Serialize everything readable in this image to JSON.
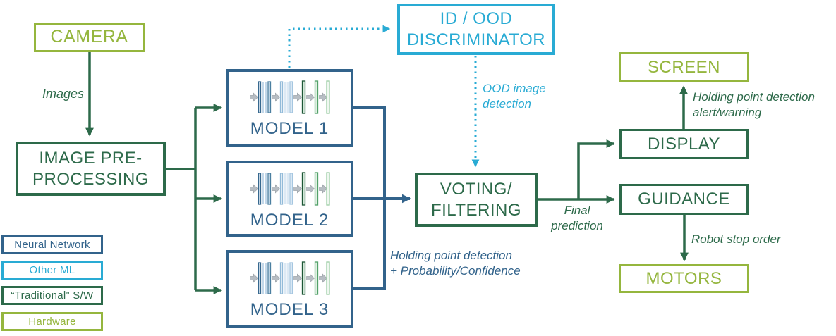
{
  "palette": {
    "neural_network_blue": "#32638b",
    "other_ml_cyan": "#29abd4",
    "traditional_sw_green": "#2d6a4a",
    "hardware_olive": "#95b63e",
    "icon_arrow_gray": "#b7bdc3"
  },
  "nodes": {
    "camera": {
      "label": "CAMERA"
    },
    "preprocessing": {
      "label": "IMAGE PRE-\nPROCESSING"
    },
    "models": [
      {
        "label": "MODEL 1"
      },
      {
        "label": "MODEL 2"
      },
      {
        "label": "MODEL 3"
      }
    ],
    "discriminator": {
      "label": "ID / OOD\nDISCRIMINATOR"
    },
    "voting": {
      "label": "VOTING/\nFILTERING"
    },
    "screen": {
      "label": "SCREEN"
    },
    "display": {
      "label": "DISPLAY"
    },
    "guidance": {
      "label": "GUIDANCE"
    },
    "motors": {
      "label": "MOTORS"
    }
  },
  "edge_labels": {
    "images": "Images",
    "ood_detection": "OOD image\ndetection",
    "model_output": "Holding point detection\n+ Probability/Confidence",
    "final_prediction": "Final\nprediction",
    "alert_warning": "Holding point detection\nalert/warning",
    "robot_stop": "Robot stop order"
  },
  "legend": {
    "items": [
      {
        "label": "Neural Network",
        "color": "#32638b"
      },
      {
        "label": "Other ML",
        "color": "#29abd4"
      },
      {
        "label": "“Traditional” S/W",
        "color": "#2d6a4a"
      },
      {
        "label": "Hardware",
        "color": "#95b63e"
      }
    ]
  }
}
